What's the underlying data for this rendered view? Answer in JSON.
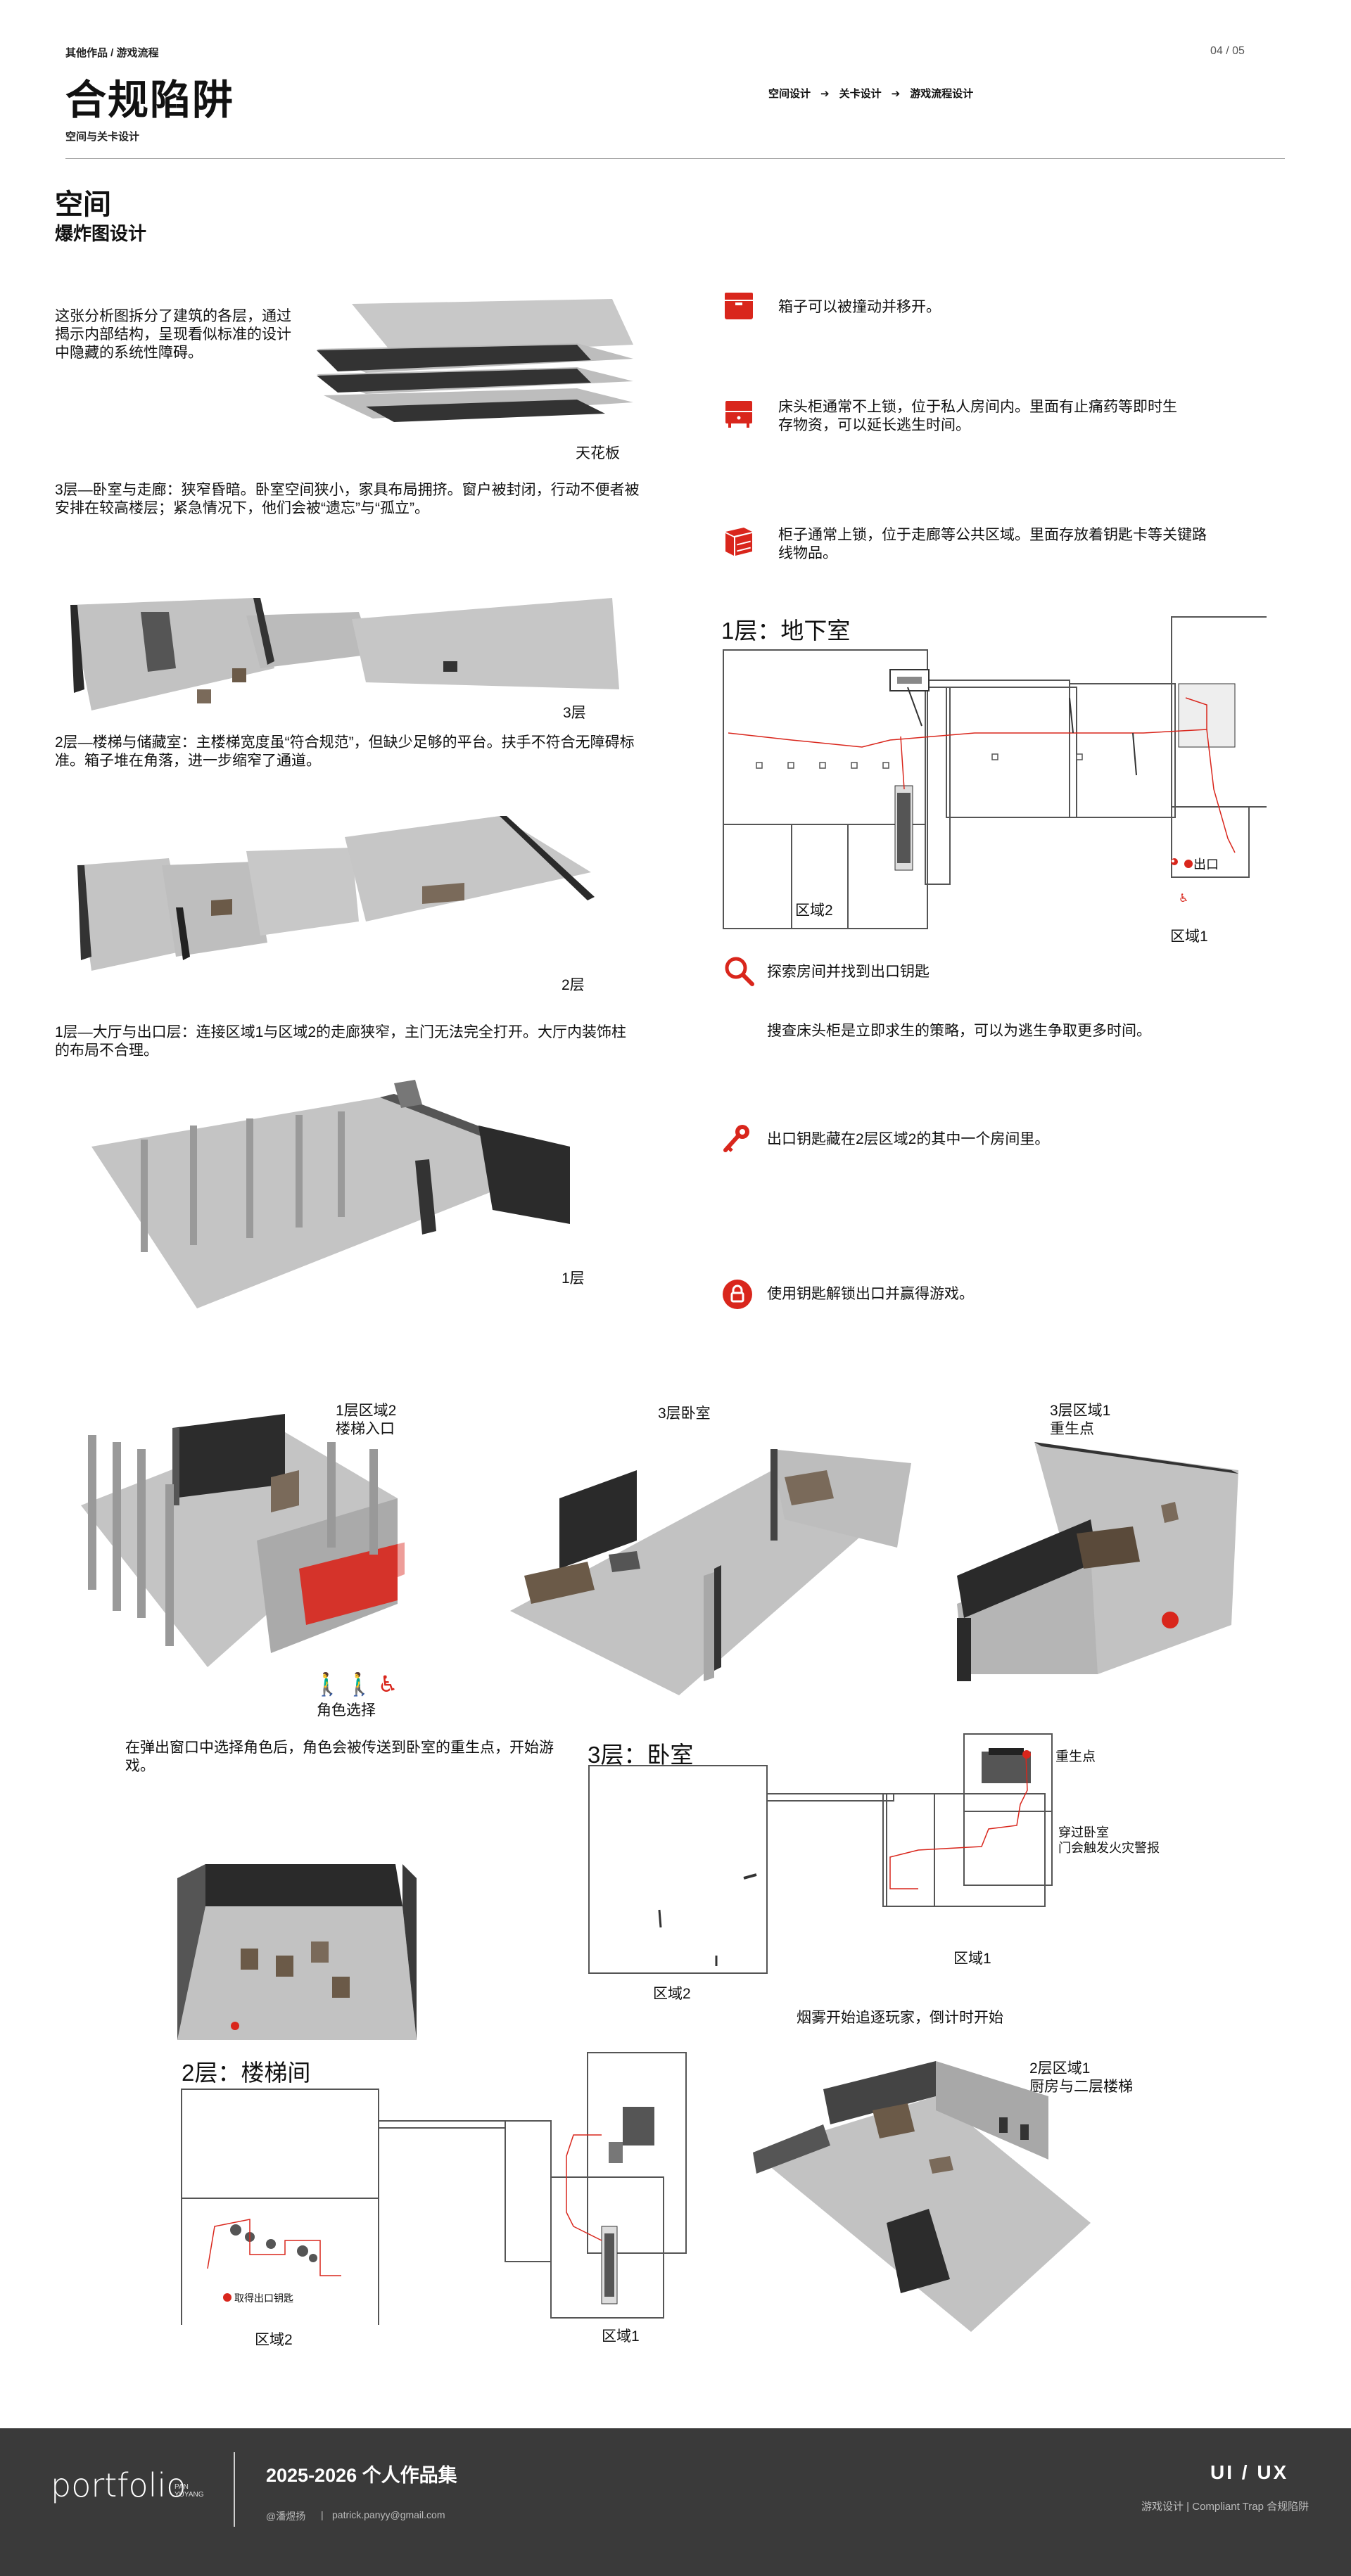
{
  "header": {
    "breadcrumb": "其他作品 / 游戏流程",
    "title": "合规陷阱",
    "subtitle": "空间与关卡设计",
    "page_number": "04 / 05",
    "nav": [
      "空间设计",
      "关卡设计",
      "游戏流程设计"
    ]
  },
  "section": {
    "heading": "空间",
    "subheading": "爆炸图设计"
  },
  "explosion": {
    "intro": "这张分析图拆分了建筑的各层，通过揭示内部结构，呈现看似标准的设计中隐藏的系统性障碍。",
    "ceiling_label": "天花板",
    "floor3_desc": "3层—卧室与走廊：狭窄昏暗。卧室空间狭小，家具布局拥挤。窗户被封闭，行动不便者被安排在较高楼层；紧急情况下，他们会被“遗忘”与“孤立”。",
    "floor3_label": "3层",
    "floor2_desc": "2层—楼梯与储藏室：主楼梯宽度虽“符合规范”，但缺少足够的平台。扶手不符合无障碍标准。箱子堆在角落，进一步缩窄了通道。",
    "floor2_label": "2层",
    "floor1_desc": "1层—大厅与出口层：连接区域1与区域2的走廊狭窄，主门无法完全打开。大厅内装饰柱的布局不合理。",
    "floor1_label": "1层"
  },
  "props": [
    {
      "icon": "box-icon",
      "text": "箱子可以被撞动并移开。"
    },
    {
      "icon": "nightstand-icon",
      "text": "床头柜通常不上锁，位于私人房间内。里面有止痛药等即时生存物资，可以延长逃生时间。"
    },
    {
      "icon": "cabinet-icon",
      "text": "柜子通常上锁，位于走廊等公共区域。里面存放着钥匙卡等关键路线物品。"
    }
  ],
  "basement_map": {
    "title": "1层：地下室",
    "area2": "区域2",
    "area1": "区域1",
    "exit": "出口"
  },
  "goals": [
    {
      "icon": "search-icon",
      "text": "探索房间并找到出口钥匙"
    },
    {
      "icon": "",
      "text": "搜查床头柜是立即求生的策略，可以为逃生争取更多时间。"
    },
    {
      "icon": "key-icon",
      "text": "出口钥匙藏在2层区域2的其中一个房间里。"
    },
    {
      "icon": "unlock-icon",
      "text": "使用钥匙解锁出口并赢得游戏。"
    }
  ],
  "flow": {
    "stair_entry_label_1": "1层区域2",
    "stair_entry_label_2": "楼梯入口",
    "bedroom3_label": "3层卧室",
    "respawn_label_1": "3层区域1",
    "respawn_label_2": "重生点",
    "role_select": "角色选择",
    "role_desc": "在弹出窗口中选择角色后，角色会被传送到卧室的重生点，开始游戏。",
    "floor3_map_title": "3层：卧室",
    "respawn_point": "重生点",
    "alarm_1": "穿过卧室",
    "alarm_2": "门会触发火灾警报",
    "map3_area1": "区域1",
    "map3_area2": "区域2",
    "smoke": "烟雾开始追逐玩家，倒计时开始",
    "floor2_map_title": "2层：楼梯间",
    "get_key": "取得出口钥匙",
    "map2_area2": "区域2",
    "map2_area1": "区域1",
    "kitchen_1": "2层区域1",
    "kitchen_2": "厨房与二层楼梯"
  },
  "footer": {
    "logo": "portfolio",
    "logo_sub_1": "PAN",
    "logo_sub_2": "YUYANG",
    "title": "2025-2026 个人作品集",
    "author": "@潘煜扬",
    "email": "patrick.panyy@gmail.com",
    "discipline": "UI / UX",
    "tagline": "游戏设计 | Compliant Trap 合规陷阱"
  },
  "colors": {
    "accent": "#d9261c",
    "footer_bg": "#3a3a3a",
    "floor_gray": "#bdbdbd",
    "wall_dark": "#2a2a2a"
  }
}
